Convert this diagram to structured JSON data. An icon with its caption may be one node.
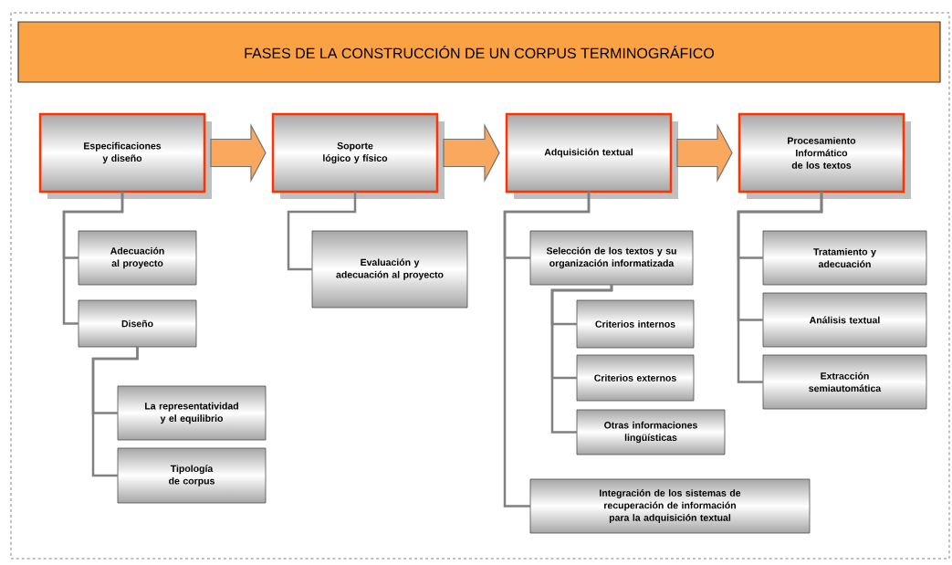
{
  "diagram": {
    "title": "FASES DE LA CONSTRUCCIÓN DE UN CORPUS TERMINOGRÁFICO",
    "nodes": [
      {
        "text": [
          "Especificaciones y diseño"
        ]
      },
      {
        "text": [
          "Soporte lógico y físico"
        ]
      },
      {
        "text": [
          "Adquisición textual"
        ]
      },
      {
        "text": [
          "Procesamiento Informático de los textos"
        ]
      },
      {
        "text": [
          "Adecuación al proyecto"
        ]
      },
      {
        "text": [
          "Diseño"
        ]
      },
      {
        "text": [
          "La representatividad y el equilibrio"
        ]
      },
      {
        "text": [
          "Tipología de corpus"
        ]
      },
      {
        "text": [
          "Evaluación y adecuación al proyecto"
        ]
      },
      {
        "text": [
          "Selección de los textos y su organización informatizada"
        ]
      },
      {
        "text": [
          "Criterios internos"
        ]
      },
      {
        "text": [
          "Criterios externos"
        ]
      },
      {
        "text": [
          "Otras informaciones lingüísticas"
        ]
      },
      {
        "text": [
          "Integración de los sistemas de recuperación de información para la adquisición textual"
        ]
      },
      {
        "text": [
          "Tratamiento y adecuación"
        ]
      },
      {
        "text": [
          "Análisis textual"
        ]
      },
      {
        "text": [
          "Extracción semiautomática"
        ]
      }
    ],
    "edges": [
      {
        "from": 0,
        "to": 1,
        "arrow": "to",
        "style": "thick",
        "color": "#f9a85e"
      },
      {
        "from": 1,
        "to": 2,
        "arrow": "to",
        "style": "thick",
        "color": "#f9a85e"
      },
      {
        "from": 2,
        "to": 3,
        "arrow": "to",
        "style": "thick",
        "color": "#f9a85e"
      },
      {
        "from": 0,
        "to": 4,
        "arrow": "none"
      },
      {
        "from": 0,
        "to": 5,
        "arrow": "none"
      },
      {
        "from": 5,
        "to": 6,
        "arrow": "none"
      },
      {
        "from": 5,
        "to": 7,
        "arrow": "none"
      },
      {
        "from": 1,
        "to": 8,
        "arrow": "none"
      },
      {
        "from": 2,
        "to": 9,
        "arrow": "none"
      },
      {
        "from": 9,
        "to": 10,
        "arrow": "none"
      },
      {
        "from": 9,
        "to": 11,
        "arrow": "none"
      },
      {
        "from": 9,
        "to": 12,
        "arrow": "none"
      },
      {
        "from": 2,
        "to": 13,
        "arrow": "none"
      },
      {
        "from": 3,
        "to": 14,
        "arrow": "none"
      },
      {
        "from": 3,
        "to": 15,
        "arrow": "none"
      },
      {
        "from": 3,
        "to": 16,
        "arrow": "none"
      }
    ]
  }
}
